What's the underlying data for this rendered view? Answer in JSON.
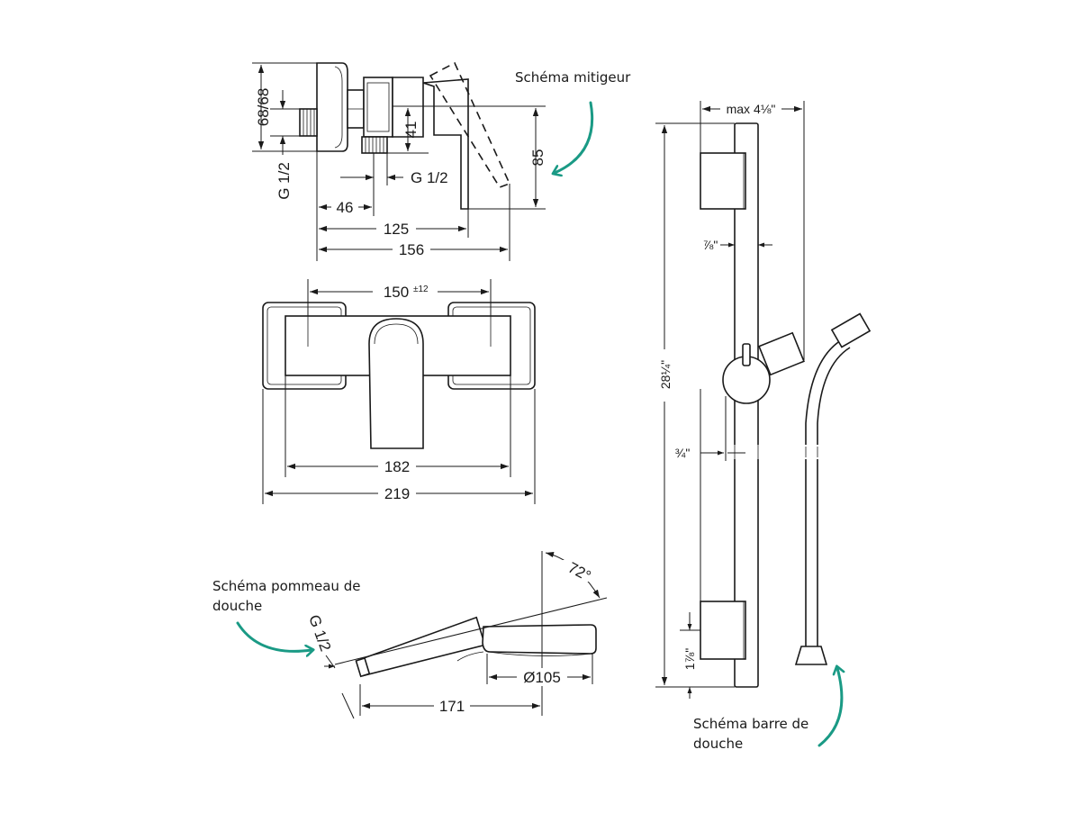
{
  "annotations": {
    "mixer": "Schéma mitigeur",
    "handshower_line1": "Schéma pommeau de",
    "handshower_line2": "douche",
    "rail_line1": "Schéma barre de",
    "rail_line2": "douche"
  },
  "mixer_side": {
    "height_left": "68/68",
    "thread_left": "G 1/2",
    "height_41": "41",
    "height_85": "85",
    "thread_bottom": "G 1/2",
    "depth_46": "46",
    "depth_125": "125",
    "depth_156": "156"
  },
  "mixer_front": {
    "centers": "150",
    "centers_tol": "±12",
    "width_inner": "182",
    "width_outer": "219"
  },
  "handshower": {
    "thread": "G 1/2",
    "angle": "72°",
    "diameter": "Ø105",
    "length": "171"
  },
  "rail": {
    "max_offset": "max 4⅛\"",
    "slider_depth": "⅞\"",
    "length": "28¼\"",
    "rod_offset": "¾\"",
    "bottom_offset": "1⅞\""
  },
  "colors": {
    "line": "#1a1a1a",
    "arrow_teal": "#1a9a85",
    "background": "#ffffff"
  }
}
